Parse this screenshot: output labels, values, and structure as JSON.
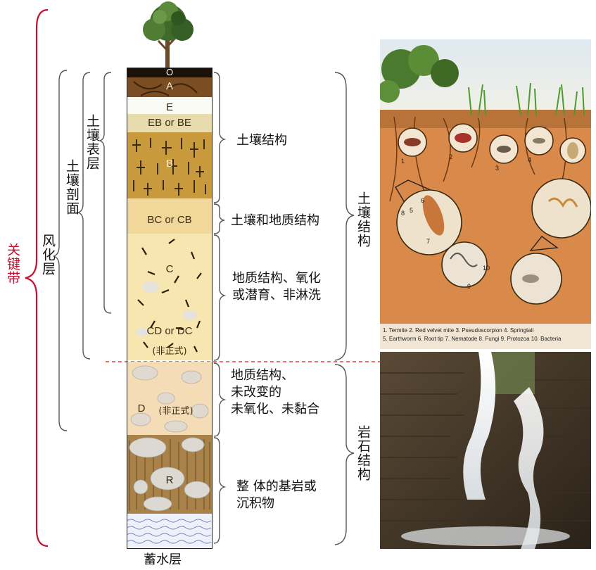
{
  "brackets": {
    "critical_zone": "关键带",
    "weathered_layer": "风化层",
    "soil_profile": "土壤剖面",
    "topsoil": "土壤表层"
  },
  "horizons": {
    "o": "O",
    "a": "A",
    "e": "E",
    "eb": "EB or BE",
    "b": "B",
    "bc": "BC or CB",
    "c": "C",
    "cd": "CD or DC",
    "cd_note": "(非正式)",
    "d": "D",
    "d_note": "(非正式)",
    "r": "R"
  },
  "descriptions": {
    "soil_structure": "土壤结构",
    "soil_geo_structure": "土壤和地质结构",
    "geo_oxidation": [
      "地质结构、氧化",
      "或潜育、非淋洗"
    ],
    "geo_unaltered": [
      "地质结构、",
      "未改变的",
      "未氧化、未黏合"
    ],
    "bedrock": [
      "整 体的基岩或",
      "沉积物"
    ]
  },
  "right_labels": {
    "soil_structure_v": "土壤结构",
    "rock_structure_v": "岩石结构"
  },
  "bottom_label": "蓄水层",
  "legend_text": [
    "1. Termite  2. Red velvet mite  3. Pseudoscorpion  4. Springtail",
    "5. Earthworm  6. Root tip  7. Nematode  8. Fungi  9. Protozoa  10. Bacteria"
  ],
  "callout_numbers": [
    "1",
    "2",
    "3",
    "4",
    "5",
    "6",
    "7",
    "8",
    "9",
    "10"
  ],
  "colors": {
    "red_bracket": "#c8102e",
    "divider": "#e0453a",
    "soil_orange": "#d98a4a",
    "horizon_b": "#c89a3c"
  }
}
